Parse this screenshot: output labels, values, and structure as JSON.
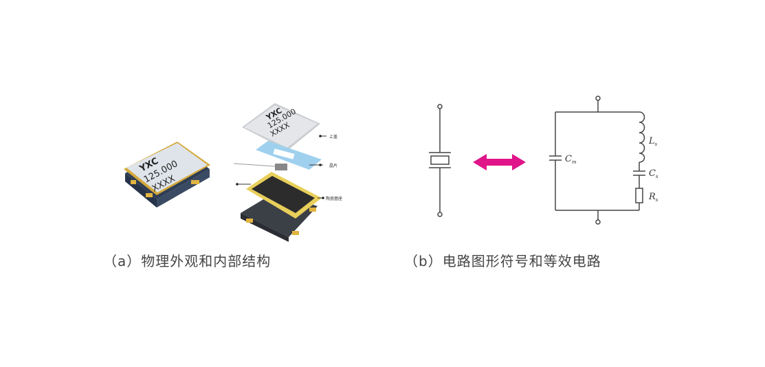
{
  "panel_a": {
    "caption": "（a）物理外观和内部结构",
    "chip_marking": [
      "YXC",
      "125.000",
      "XXXX"
    ],
    "part_labels": {
      "lid": "上盖",
      "wafer": "晶片",
      "base": "陶瓷基座"
    }
  },
  "panel_b": {
    "caption": "（b）电路图形符号和等效电路",
    "labels": {
      "cm": "C",
      "cm_sub": "m",
      "ls": "L",
      "ls_sub": "s",
      "cs": "C",
      "cs_sub": "s",
      "rs": "R",
      "rs_sub": "s"
    },
    "arrow_color": "#e0158a"
  }
}
